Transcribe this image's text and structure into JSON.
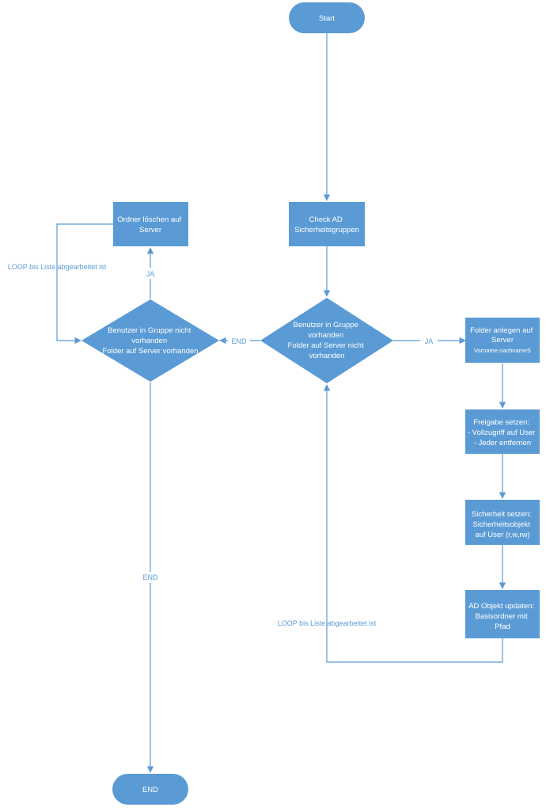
{
  "colors": {
    "node_fill": "#5b9bd5",
    "node_text": "#ffffff",
    "edge": "#5b9bd5",
    "background": "#ffffff"
  },
  "nodes": {
    "start": {
      "lines": [
        "Start"
      ]
    },
    "check_ad": {
      "lines": [
        "Check AD",
        "Sicherheitsgruppen"
      ]
    },
    "decision_main": {
      "lines": [
        "Benutzer in Gruppe",
        "vorhanden",
        "Folder auf Server nicht",
        "vorhanden"
      ]
    },
    "decision_left": {
      "lines": [
        "Benutzer in Gruppe nicht",
        "vorhanden",
        "Folder auf Server vorhanden"
      ]
    },
    "delete_folder": {
      "lines": [
        "Ordner löschen auf",
        "Server"
      ]
    },
    "create_folder": {
      "lines": [
        "Folder anlegen auf",
        "Server"
      ],
      "sublabel": "Vorname.nachnameS"
    },
    "set_share": {
      "lines": [
        "Freigabe setzen:",
        "- Vollzugriff auf User",
        "- Jeder entfernen"
      ]
    },
    "set_security": {
      "lines": [
        "Sicherheit setzen:",
        "Sicherheitsobjekt",
        "auf User (r,w,rw)"
      ]
    },
    "update_ad": {
      "lines": [
        "AD Objekt updaten:",
        "Basisordner mit",
        "Pfad"
      ]
    },
    "end": {
      "lines": [
        "END"
      ]
    }
  },
  "edge_labels": {
    "ja_right": "JA",
    "ja_up": "JA",
    "end_left": "END",
    "end_down": "END",
    "loop_right": "LOOP bis Liste abgearbeitet ist",
    "loop_left": "LOOP bis Liste abgearbeitet ist"
  }
}
